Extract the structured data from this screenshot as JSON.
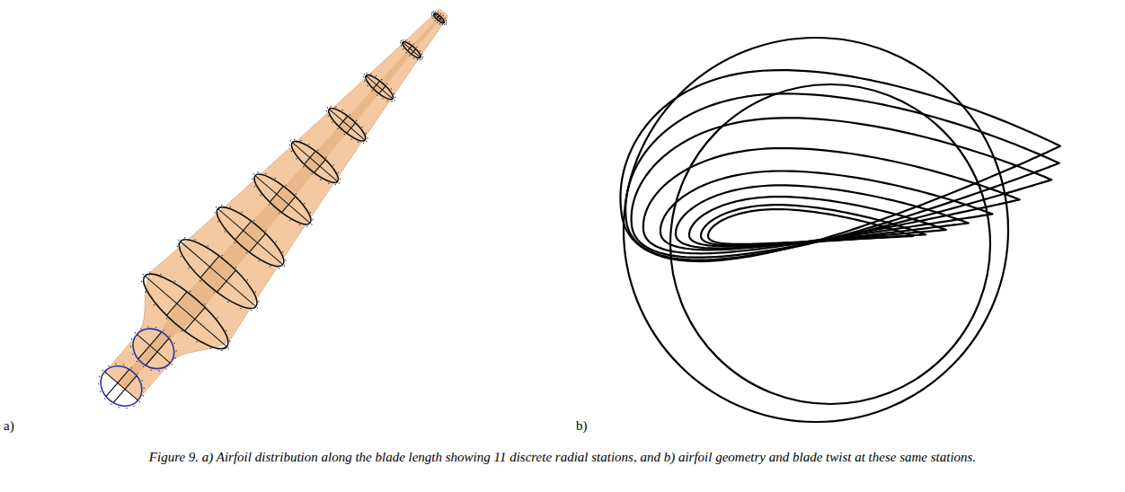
{
  "diagram": {
    "caption": "Figure 9. a) Airfoil distribution along the blade length showing 11 discrete radial stations, and b) airfoil geometry and blade twist at these same stations.",
    "labels": [
      "a)",
      "b)"
    ]
  }
}
